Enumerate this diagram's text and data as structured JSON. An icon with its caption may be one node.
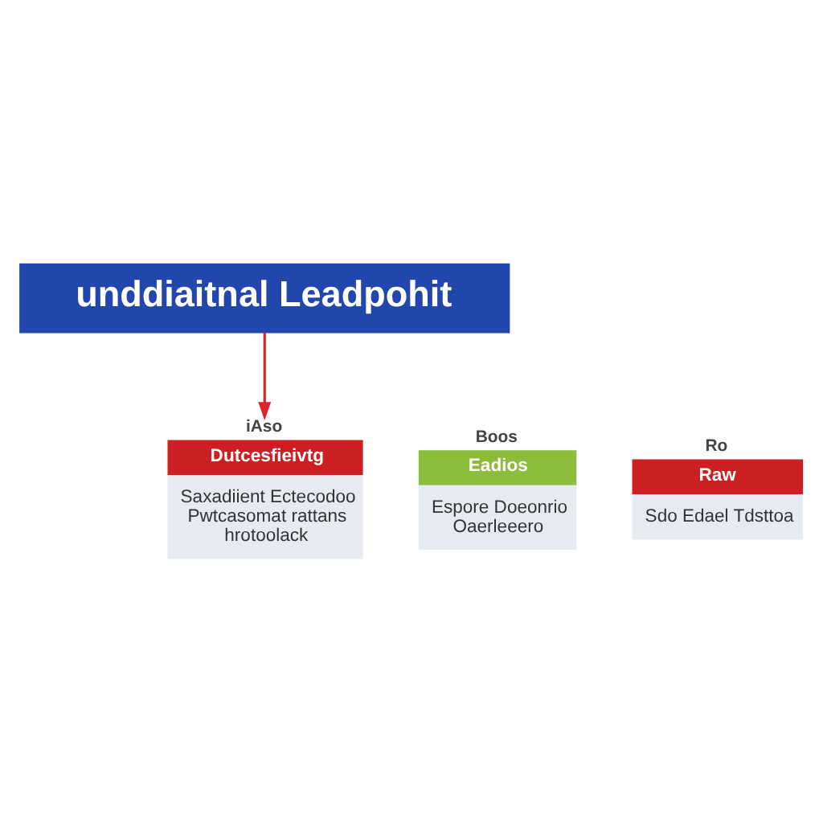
{
  "diagram": {
    "nodes": [
      {
        "text": [
          "unddiaitnal Leadpohit"
        ]
      },
      {
        "text": [
          "Boos",
          "Eadios",
          "Espore Doeonrio Oaerleeero"
        ]
      },
      {
        "text": [
          "iAso",
          "Dutcesfieivtg",
          "Saxadiient Ectecodoo Pwtcasomat rattans hrotoolack"
        ]
      },
      {
        "text": [
          "Ro",
          "Raw",
          "Sdo Edael Tdsttoa"
        ]
      }
    ],
    "edges": [
      {
        "from": 0,
        "to": 2,
        "arrow": "to",
        "color": "#d9262b"
      }
    ]
  }
}
